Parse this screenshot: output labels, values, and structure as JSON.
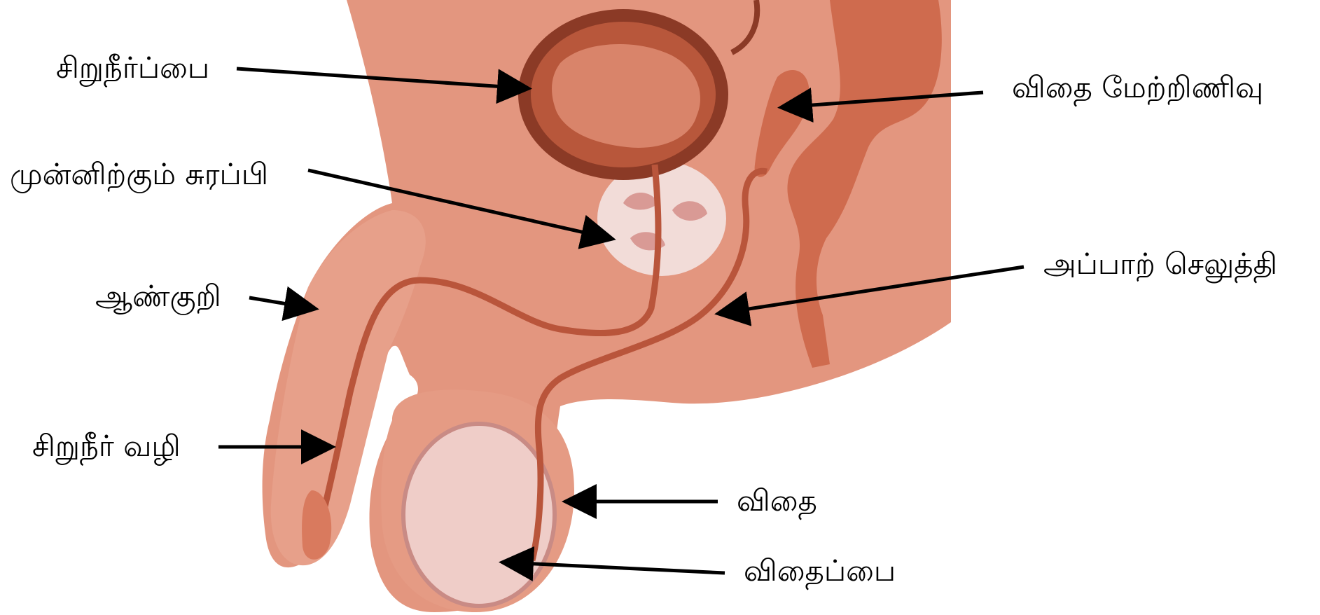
{
  "diagram": {
    "labels": {
      "bladder": "சிறுநீர்ப்பை",
      "prostate": "முன்னிற்கும் சுரப்பி",
      "penis": "ஆண்குறி",
      "urethra": "சிறுநீர் வழி",
      "seminal_vesicle": "விதை மேற்றிணிவு",
      "vas_deferens": "அப்பாற் செலுத்தி",
      "testis": "விதை",
      "scrotum": "விதைப்பை"
    },
    "colors": {
      "body": "#E3967F",
      "body_light": "#EAA48E",
      "bladder_dark": "#8B3A26",
      "bladder_mid": "#B8573B",
      "bladder_inner": "#D9846A",
      "duct": "#B9553B",
      "prostate": "#F2DCD8",
      "testis": "#EFCDC8",
      "rectum": "#CF6B4E",
      "arrow": "#000000"
    }
  }
}
